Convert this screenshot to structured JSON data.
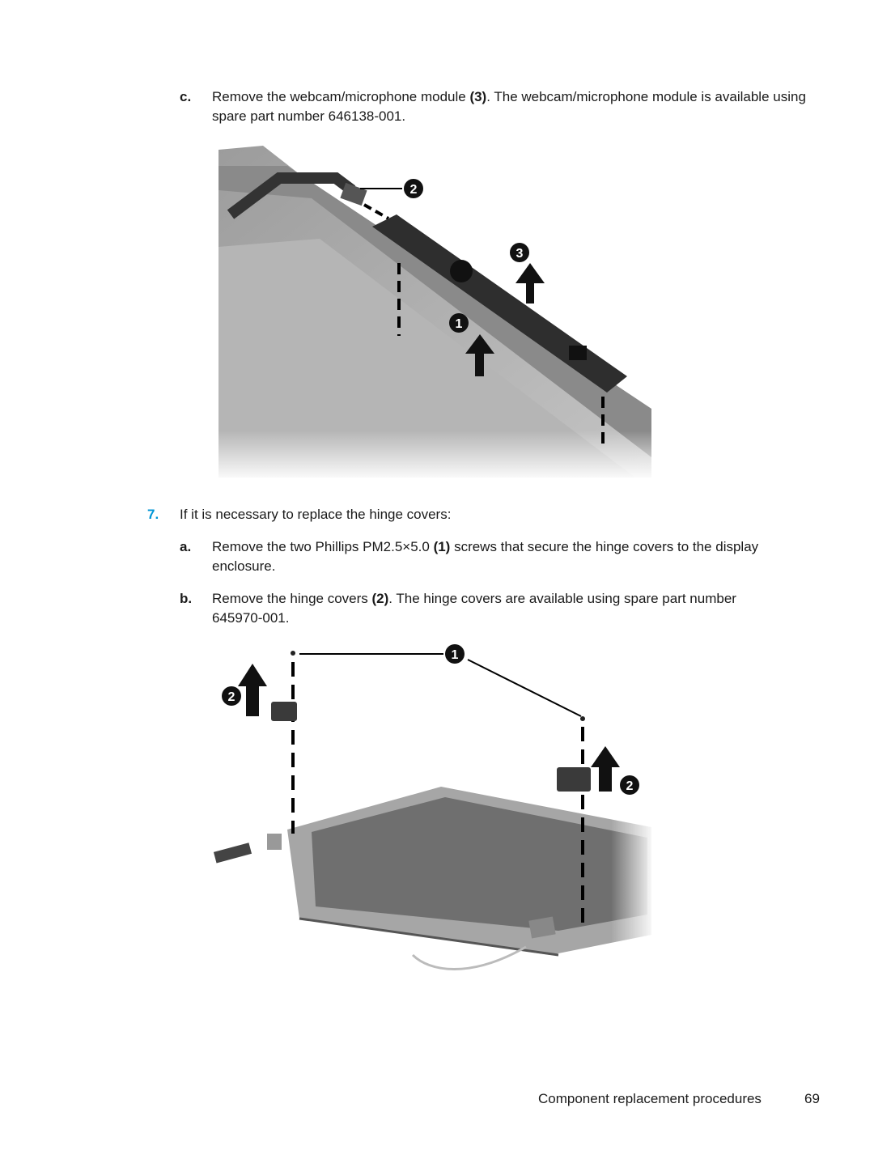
{
  "step_c": {
    "marker": "c.",
    "text_before": "Remove the webcam/microphone module ",
    "ref": "(3)",
    "text_after": ". The webcam/microphone module is available using spare part number 646138-001."
  },
  "figure1": {
    "callouts": [
      "2",
      "3",
      "1"
    ]
  },
  "step_7": {
    "marker": "7.",
    "text": "If it is necessary to replace the hinge covers:"
  },
  "step_a": {
    "marker": "a.",
    "text_before": "Remove the two Phillips PM2.5×5.0 ",
    "ref": "(1)",
    "text_after": " screws that secure the hinge covers to the display enclosure."
  },
  "step_b": {
    "marker": "b.",
    "text_before": "Remove the hinge covers ",
    "ref": "(2)",
    "text_after": ". The hinge covers are available using spare part number 645970-001."
  },
  "figure2": {
    "callouts": [
      "1",
      "2",
      "2"
    ]
  },
  "footer": {
    "section": "Component replacement procedures",
    "page_number": "69"
  },
  "colors": {
    "accent": "#0096d6"
  }
}
